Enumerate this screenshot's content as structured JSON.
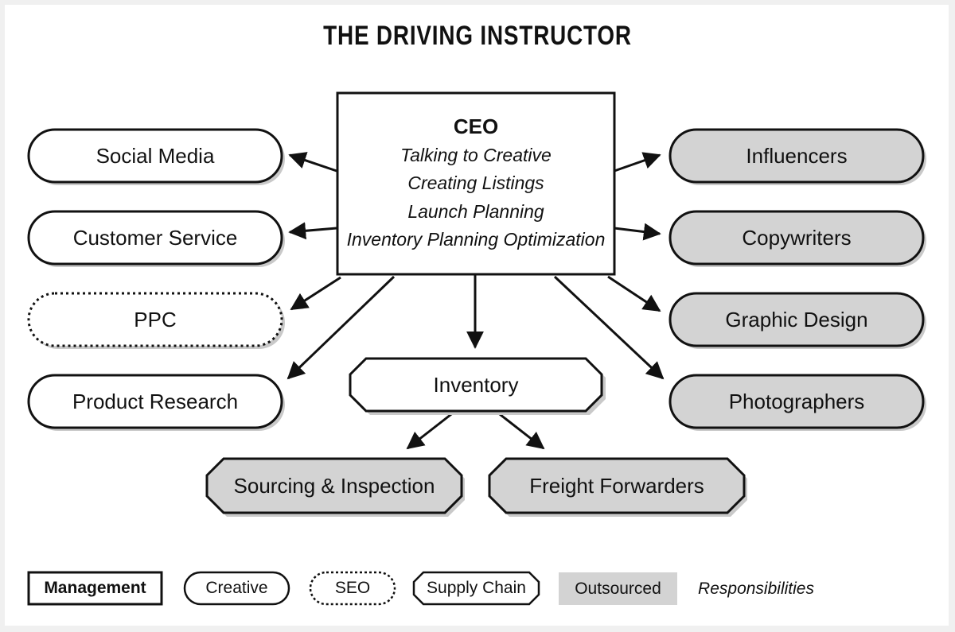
{
  "title": "THE DRIVING INSTRUCTOR",
  "ceo": {
    "title": "CEO",
    "responsibilities": [
      "Talking to Creative",
      "Creating Listings",
      "Launch Planning",
      "Inventory Planning Optimization"
    ]
  },
  "left_nodes": [
    {
      "label": "Social Media",
      "type": "Creative"
    },
    {
      "label": "Customer Service",
      "type": "Creative"
    },
    {
      "label": "PPC",
      "type": "SEO"
    },
    {
      "label": "Product Research",
      "type": "Creative"
    }
  ],
  "right_nodes": [
    {
      "label": "Influencers",
      "type": "Outsourced Creative"
    },
    {
      "label": "Copywriters",
      "type": "Outsourced Creative"
    },
    {
      "label": "Graphic Design",
      "type": "Outsourced Creative"
    },
    {
      "label": "Photographers",
      "type": "Outsourced Creative"
    }
  ],
  "center_node": {
    "label": "Inventory",
    "type": "Supply Chain"
  },
  "bottom_nodes": [
    {
      "label": "Sourcing & Inspection",
      "type": "Outsourced Supply Chain"
    },
    {
      "label": "Freight Forwarders",
      "type": "Outsourced Supply Chain"
    }
  ],
  "legend": [
    {
      "label": "Management",
      "style": "box"
    },
    {
      "label": "Creative",
      "style": "pill"
    },
    {
      "label": "SEO",
      "style": "dotted-pill"
    },
    {
      "label": "Supply Chain",
      "style": "octagon"
    },
    {
      "label": "Outsourced",
      "style": "gray-fill"
    },
    {
      "label": "Responsibilities",
      "style": "italic"
    }
  ],
  "colors": {
    "stroke": "#111111",
    "outsourced_fill": "#d3d3d3",
    "background": "#ffffff"
  }
}
